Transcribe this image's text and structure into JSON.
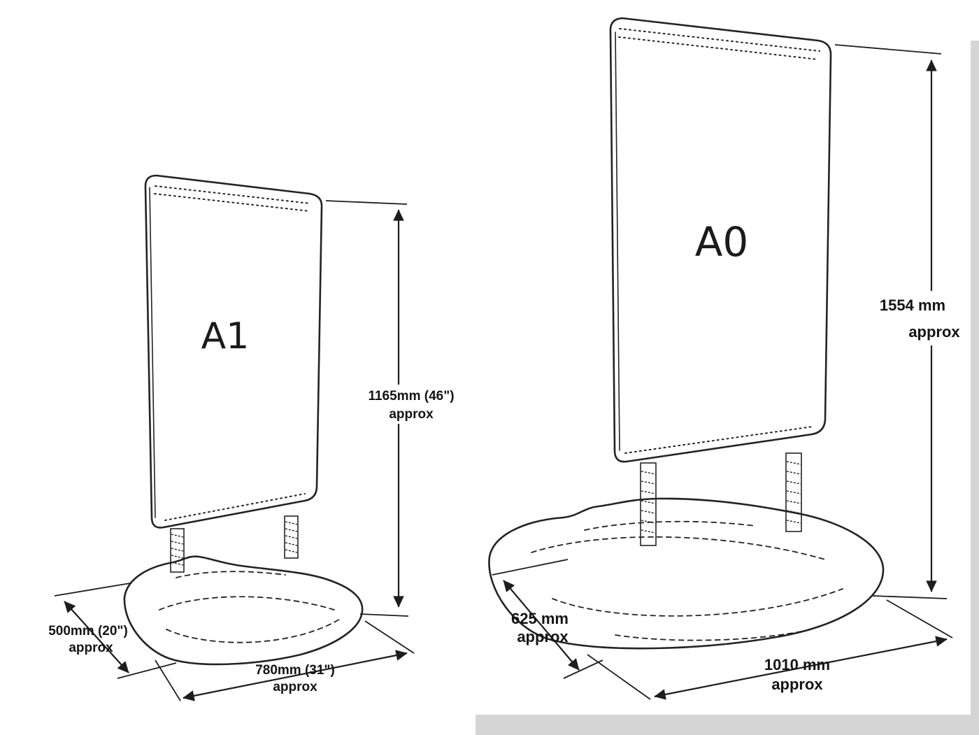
{
  "diagram": {
    "title": "Pavement sign size comparison diagram",
    "left": {
      "label": "A1",
      "height1": "1165mm (46\")",
      "height2": "approx",
      "depth1": "500mm (20\")",
      "depth2": "approx",
      "width1": "780mm (31\")",
      "width2": "approx"
    },
    "right": {
      "label": "A0",
      "height1": "1554  mm",
      "height2": "approx",
      "depth1": "625 mm",
      "depth2": "approx",
      "width1": "1010 mm",
      "width2": "approx"
    },
    "colors": {
      "stroke": "#232323",
      "background": "#ffffff",
      "edge_shade": "#d5d5d5"
    }
  }
}
